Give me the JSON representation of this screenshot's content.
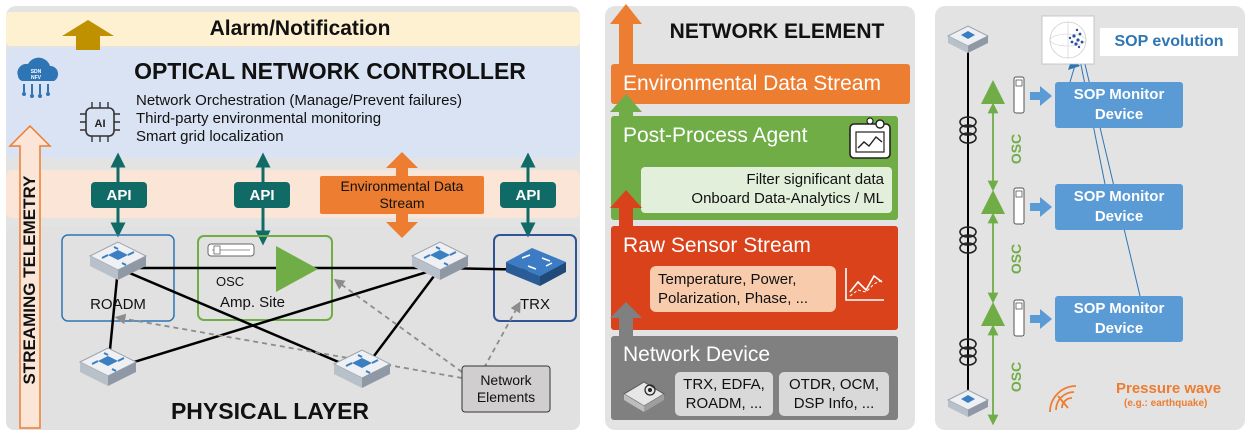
{
  "left": {
    "alarm_label": "Alarm/Notification",
    "controller_title": "OPTICAL NETWORK CONTROLLER",
    "sdn_badge": "SDN NFV",
    "ai_badge": "AI",
    "controller_lines": [
      "Network Orchestration (Manage/Prevent failures)",
      "Third-party environmental monitoring",
      "Smart grid localization"
    ],
    "api_labels": [
      "API",
      "API",
      "API"
    ],
    "env_stream_label": "Environmental Data Stream",
    "streaming_telemetry": "STREAMING TELEMETRY",
    "roadm_label": "ROADM",
    "osc_label": "OSC",
    "amp_site_label": "Amp. Site",
    "trx_label": "TRX",
    "network_elements_label": "Network Elements",
    "physical_layer_title": "PHYSICAL LAYER"
  },
  "middle": {
    "title": "NETWORK ELEMENT",
    "env_stream": "Environmental Data Stream",
    "post_process": "Post-Process Agent",
    "post_lines": [
      "Filter significant data",
      "Onboard Data-Analytics / ML"
    ],
    "raw_stream": "Raw Sensor Stream",
    "raw_lines": [
      "Temperature, Power,",
      "Polarization, Phase, ..."
    ],
    "network_device": "Network Device",
    "device_box1": [
      "TRX, EDFA,",
      "ROADM, ..."
    ],
    "device_box2": [
      "OTDR, OCM,",
      "DSP Info, ..."
    ]
  },
  "right": {
    "sop_evolution": "SOP evolution",
    "sop_monitor": [
      "SOP Monitor",
      "Device"
    ],
    "osc_label": "OSC",
    "pressure_wave": "Pressure wave",
    "pressure_example": "(e.g.: earthquake)"
  },
  "colors": {
    "teal": "#106a66",
    "orange": "#ed7d31",
    "green": "#70ad47",
    "red": "#d9421a",
    "gray": "#7f7f7f",
    "blue": "#5b9bd5",
    "gold": "#bf9000"
  }
}
